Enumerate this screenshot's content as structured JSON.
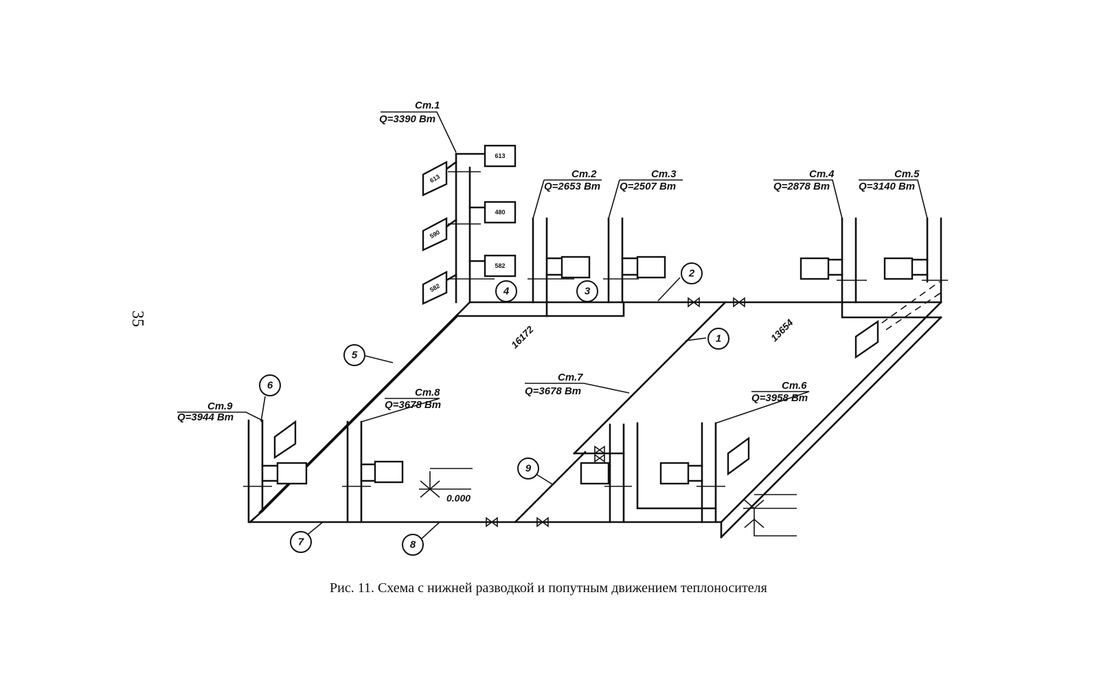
{
  "page_number": "35",
  "caption": "Рис. 11. Схема с нижней разводкой и попутным движением теплоносителя",
  "risers": [
    {
      "id": "st1",
      "name": "Ст.1",
      "q": "Q=3390 Вт"
    },
    {
      "id": "st2",
      "name": "Ст.2",
      "q": "Q=2653 Вт"
    },
    {
      "id": "st3",
      "name": "Ст.3",
      "q": "Q=2507 Вт"
    },
    {
      "id": "st4",
      "name": "Ст.4",
      "q": "Q=2878 Вт"
    },
    {
      "id": "st5",
      "name": "Ст.5",
      "q": "Q=3140 Вт"
    },
    {
      "id": "st6",
      "name": "Ст.6",
      "q": "Q=3958 Вт"
    },
    {
      "id": "st7",
      "name": "Ст.7",
      "q": "Q=3678 Вт"
    },
    {
      "id": "st8",
      "name": "Ст.8",
      "q": "Q=3678 Вт"
    },
    {
      "id": "st9",
      "name": "Ст.9",
      "q": "Q=3944 Вт"
    }
  ],
  "sections": [
    "1",
    "2",
    "3",
    "4",
    "5",
    "6",
    "7",
    "8",
    "9"
  ],
  "loads": {
    "sum_left": "16172",
    "sum_right": "13654"
  },
  "radiators_st1": {
    "front": [
      "613",
      "480",
      "582"
    ],
    "side": [
      "613",
      "590",
      "582"
    ]
  },
  "elevation_mark": "0.000"
}
